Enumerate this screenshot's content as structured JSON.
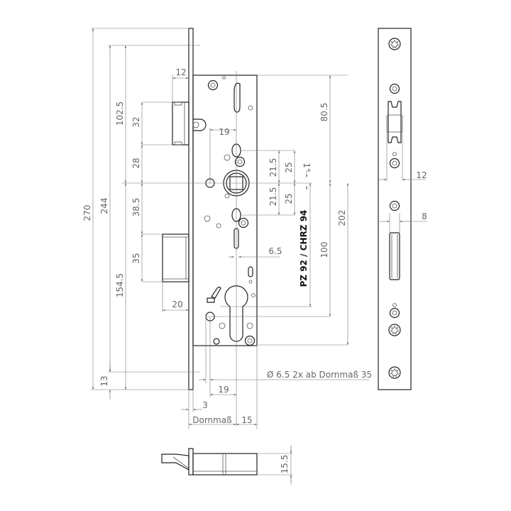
{
  "side_view": {
    "dims": {
      "overall_height": "270",
      "faceplate_screw_spacing": "244",
      "top_to_spindle": "102.5",
      "latch_height": "32",
      "latch_to_spindle": "28",
      "spindle_to_bolt": "38.5",
      "bolt_height": "35",
      "bolt_to_bottom": "154.5",
      "bottom_offset": "13",
      "latch_projection": "12",
      "hole_offset_top": "19",
      "spindle_up_hole": "21.5",
      "spindle_up_hole_outer": "25",
      "angle": "1°",
      "spindle_down_hole": "21.5",
      "spindle_down_hole_outer": "25",
      "case_top_to_spindle": "80.5",
      "spindle_to_case_bottom": "202",
      "spindle_to_cylinder": "100",
      "slot_width": "6.5",
      "bolt_projection": "20",
      "hole_note": "Ø 6.5  2x ab Dornmaß 35",
      "hole_offset_bottom": "19",
      "faceplate_thickness": "3",
      "backset": "Dornmaß",
      "backset_right": "15",
      "cylinder_label": "PZ 92 / CHRZ 94"
    }
  },
  "front_view": {
    "dims": {
      "latch_width": "12",
      "bolt_width": "8"
    }
  },
  "bottom_view": {
    "dims": {
      "case_thickness": "15.5"
    }
  }
}
